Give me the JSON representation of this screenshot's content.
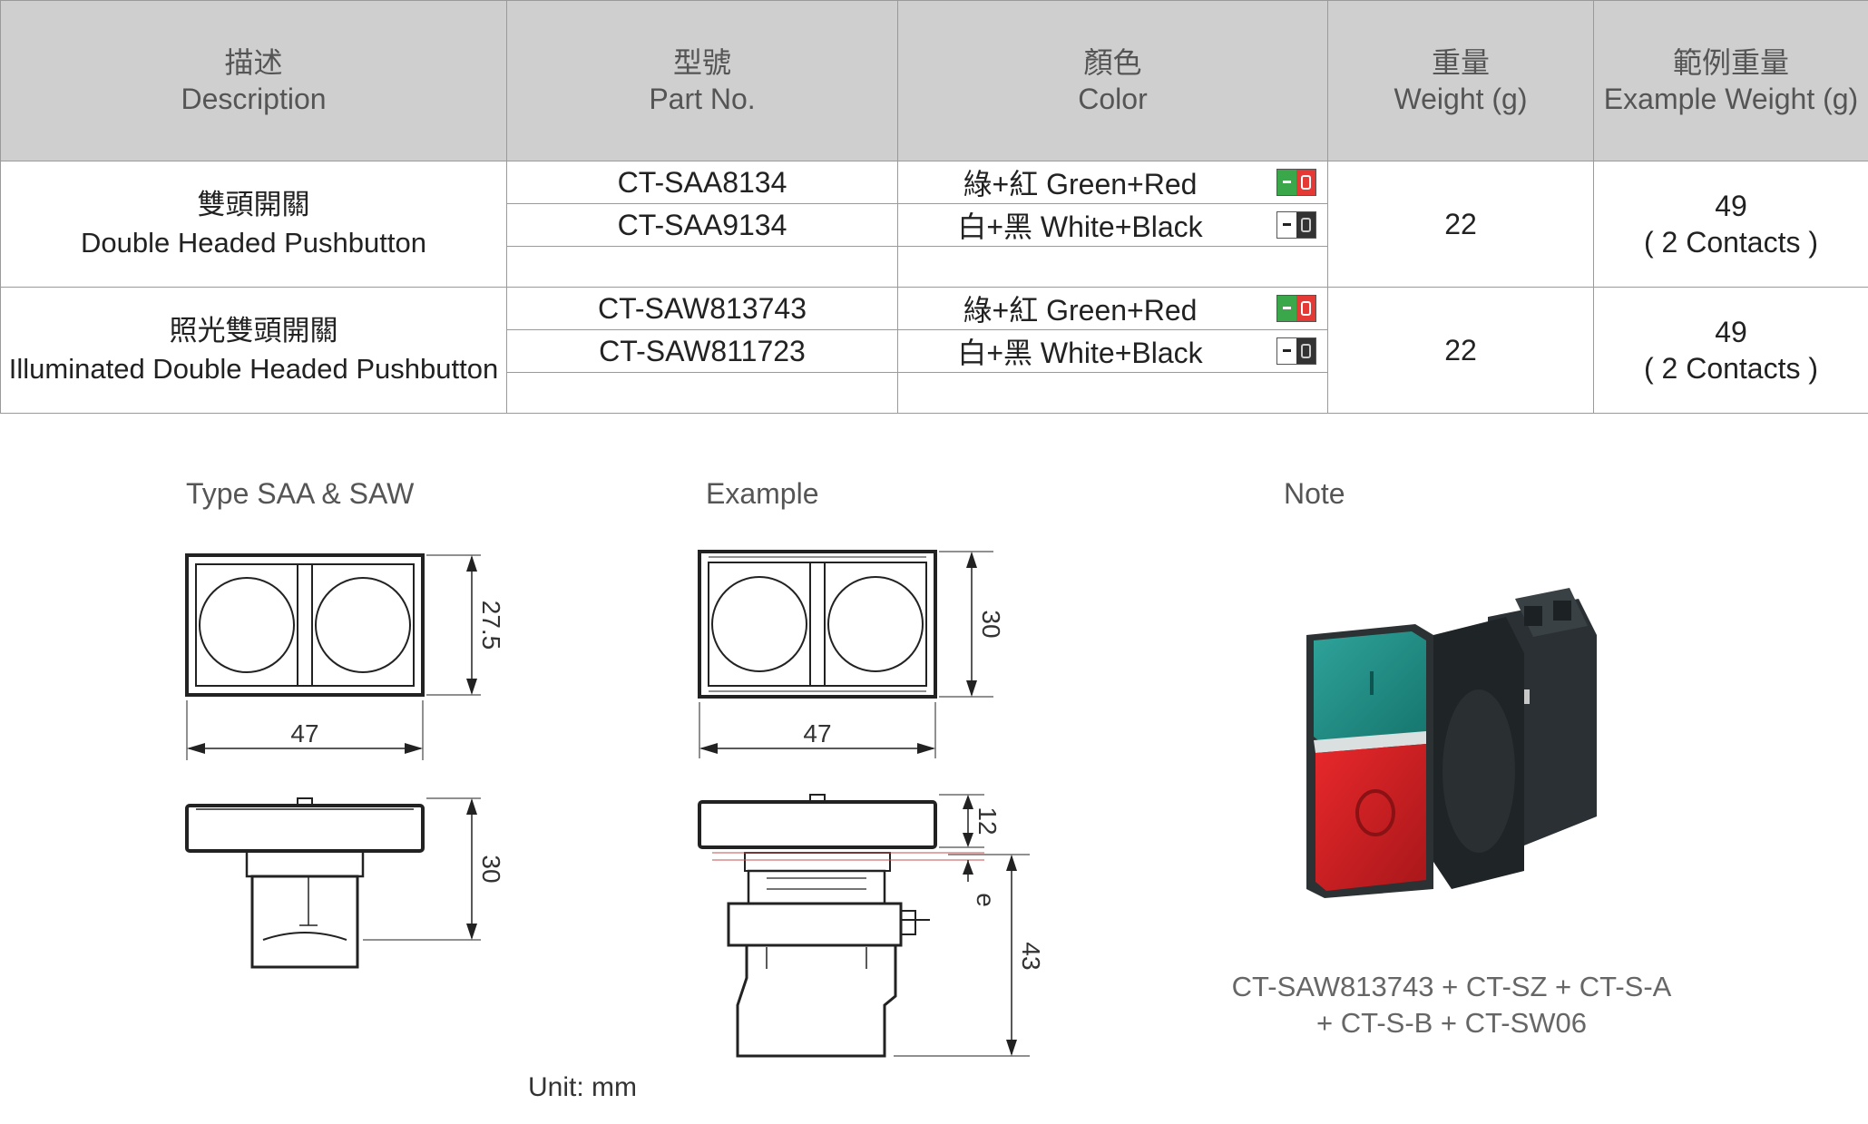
{
  "table": {
    "headers": [
      {
        "zh": "描述",
        "en": "Description"
      },
      {
        "zh": "型號",
        "en": "Part No."
      },
      {
        "zh": "顏色",
        "en": "Color"
      },
      {
        "zh": "重量",
        "en": "Weight (g)"
      },
      {
        "zh": "範例重量",
        "en": "Example Weight (g)"
      }
    ],
    "groups": [
      {
        "desc_zh": "雙頭開關",
        "desc_en": "Double Headed Pushbutton",
        "rows": [
          {
            "part": "CT-SAA8134",
            "color": "綠+紅 Green+Red",
            "swatch": "green-red"
          },
          {
            "part": "CT-SAA9134",
            "color": "白+黑 White+Black",
            "swatch": "white-black"
          }
        ],
        "weight": "22",
        "example_weight": "49",
        "example_note": "( 2 Contacts )"
      },
      {
        "desc_zh": "照光雙頭開關",
        "desc_en": "Illuminated Double Headed Pushbutton",
        "rows": [
          {
            "part": "CT-SAW813743",
            "color": "綠+紅 Green+Red",
            "swatch": "green-red"
          },
          {
            "part": "CT-SAW811723",
            "color": "白+黑 White+Black",
            "swatch": "white-black"
          }
        ],
        "weight": "22",
        "example_weight": "49",
        "example_note": "( 2 Contacts )"
      }
    ]
  },
  "sections": {
    "type_title": "Type SAA & SAW",
    "example_title": "Example",
    "note_title": "Note"
  },
  "dimensions": {
    "type_front_height": "27.5",
    "type_front_width": "47",
    "type_side_height": "30",
    "example_front_height": "30",
    "example_front_width": "47",
    "example_side_top": "12",
    "example_side_e": "e",
    "example_side_total": "43"
  },
  "unit": "Unit: mm",
  "combo": {
    "line1": "CT-SAW813743 + CT-SZ + CT-S-A",
    "line2": "+ CT-S-B + CT-SW06"
  },
  "colors": {
    "header_bg": "#cfcfcf",
    "green": "#3aa84a",
    "red": "#e53935",
    "white": "#ffffff",
    "black": "#222222"
  }
}
